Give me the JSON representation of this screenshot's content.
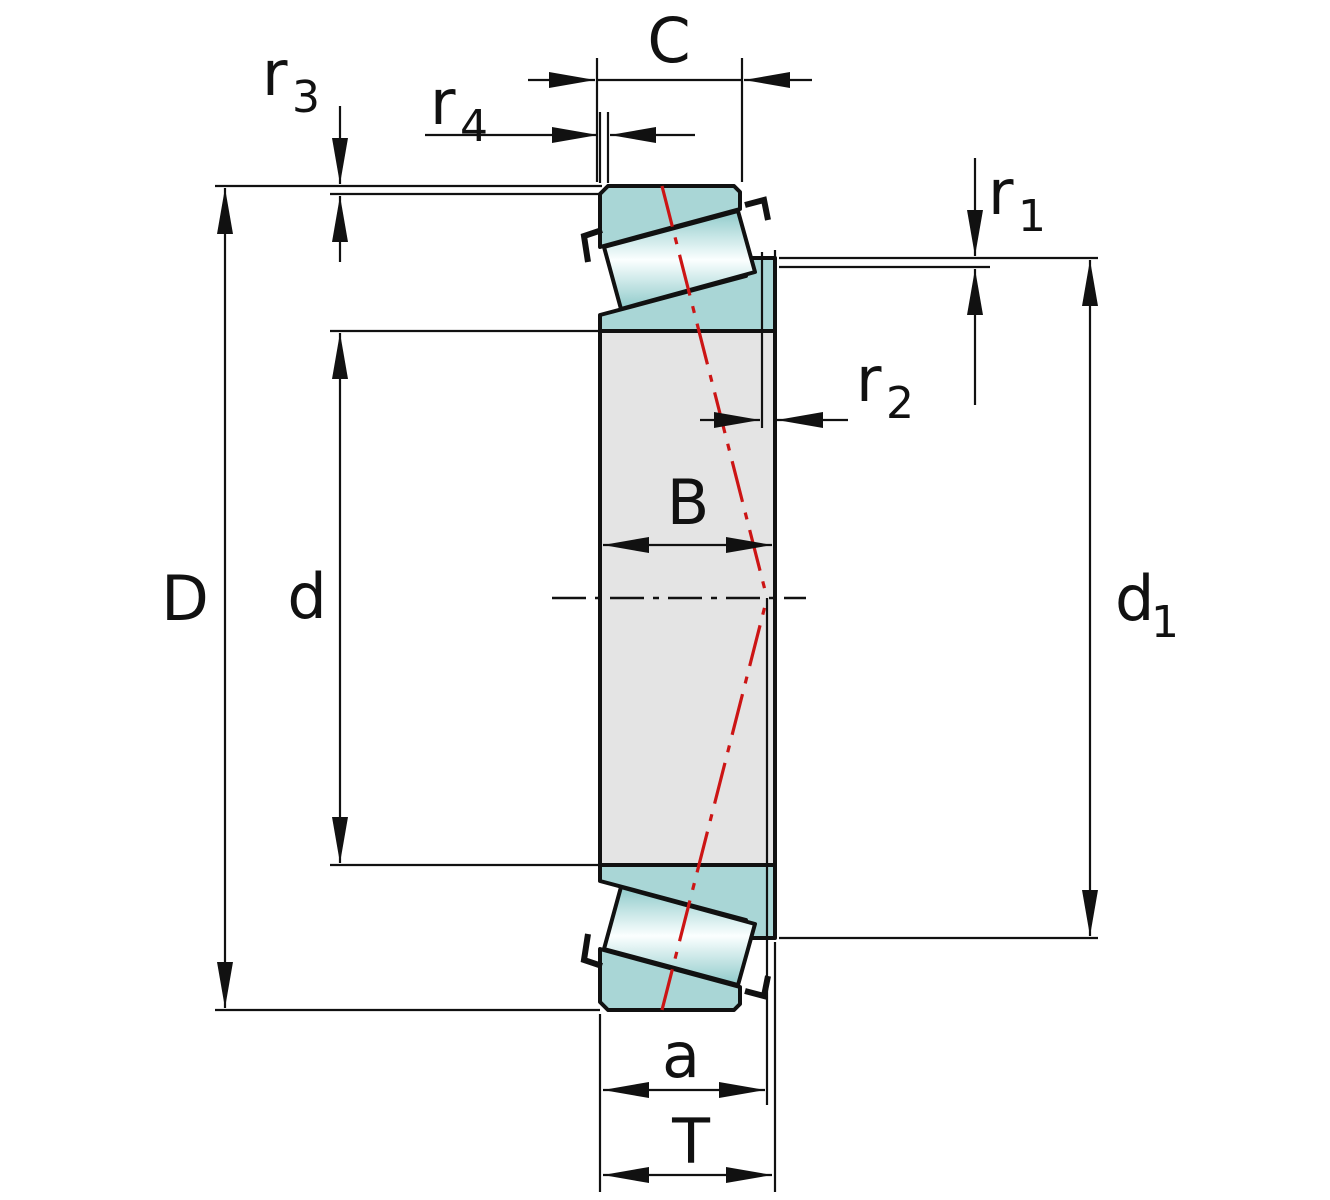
{
  "labels": {
    "C": "C",
    "B": "B",
    "D": "D",
    "d": "d",
    "a": "a",
    "T": "T",
    "r1": {
      "base": "r",
      "sub": "1"
    },
    "r2": {
      "base": "r",
      "sub": "2"
    },
    "r3": {
      "base": "r",
      "sub": "3"
    },
    "r4": {
      "base": "r",
      "sub": "4"
    },
    "d1": {
      "base": "d",
      "sub": "1"
    }
  },
  "colors": {
    "ring_fill": "#a9d6d6",
    "roller_edge": "#8ecaca",
    "roller_center": "#fbffff",
    "bore_fill": "#e4e4e4",
    "outline": "#111111",
    "pressure_line": "#cc1515",
    "background": "#ffffff"
  }
}
